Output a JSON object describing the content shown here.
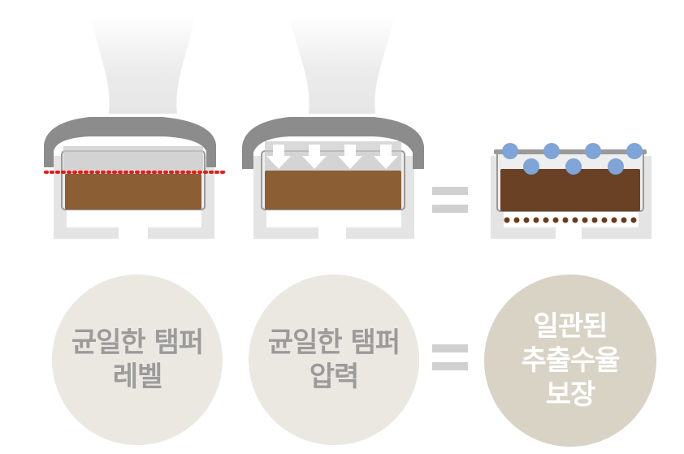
{
  "colors": {
    "handle": "#e6e6e6",
    "tamper": "#8c8c8c",
    "basket": "#e4e4e4",
    "coffee": "#8b5e34",
    "coffee_dark": "#6a4125",
    "red_line": "#e31b1b",
    "water": "#7ea4d8",
    "drip": "#6a3b1a",
    "equals": "#d0d0d0",
    "circle_light": "#ebe8e1",
    "circle_dark": "#d9d3c5",
    "text_gray": "#9b9b9b",
    "text_white": "#ffffff"
  },
  "icons": {
    "equals_top": "equals-sign",
    "equals_bottom": "equals-sign",
    "arrows": "down-arrow"
  },
  "labels": {
    "level": [
      "균일한 탬퍼",
      "레벨"
    ],
    "pressure": [
      "균일한 탬퍼",
      "압력"
    ],
    "result": [
      "일관된",
      "추출수율",
      "보장"
    ]
  }
}
